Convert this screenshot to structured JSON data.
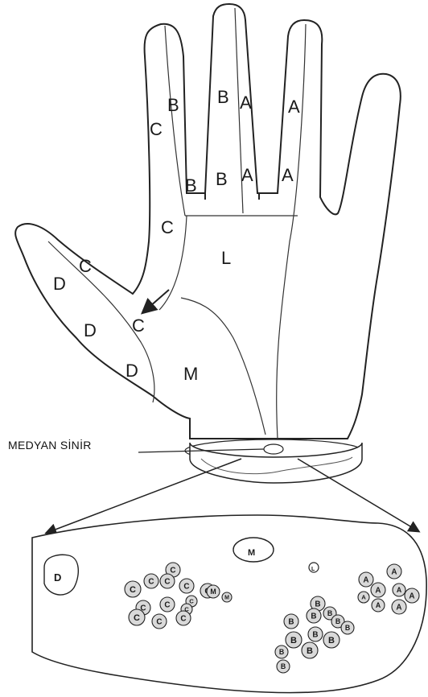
{
  "caption": "MEDYAN SİNİR",
  "labels": {
    "A": "A",
    "B": "B",
    "C": "C",
    "D": "D",
    "L": "L",
    "M": "M"
  }
}
